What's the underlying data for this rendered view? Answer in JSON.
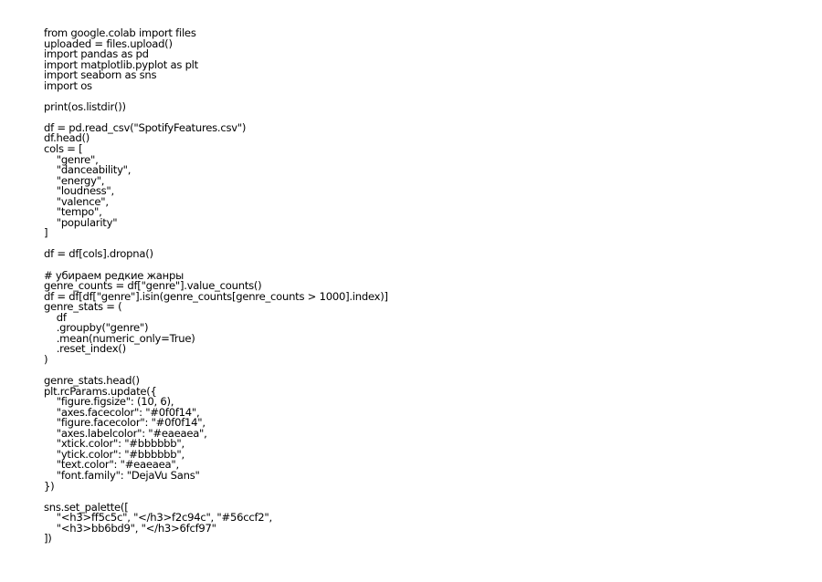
{
  "document": {
    "lines": [
      "from google.colab import files",
      "uploaded = files.upload()",
      "import pandas as pd",
      "import matplotlib.pyplot as plt",
      "import seaborn as sns",
      "import os",
      "",
      "print(os.listdir())",
      "",
      "df = pd.read_csv(\"SpotifyFeatures.csv\")",
      "df.head()",
      "cols = [",
      "    \"genre\",",
      "    \"danceability\",",
      "    \"energy\",",
      "    \"loudness\",",
      "    \"valence\",",
      "    \"tempo\",",
      "    \"popularity\"",
      "]",
      "",
      "df = df[cols].dropna()",
      "",
      "# убираем редкие жанры",
      "genre_counts = df[\"genre\"].value_counts()",
      "df = df[df[\"genre\"].isin(genre_counts[genre_counts > 1000].index)]",
      "genre_stats = (",
      "    df",
      "    .groupby(\"genre\")",
      "    .mean(numeric_only=True)",
      "    .reset_index()",
      ")",
      "",
      "genre_stats.head()",
      "plt.rcParams.update({",
      "    \"figure.figsize\": (10, 6),",
      "    \"axes.facecolor\": \"#0f0f14\",",
      "    \"figure.facecolor\": \"#0f0f14\",",
      "    \"axes.labelcolor\": \"#eaeaea\",",
      "    \"xtick.color\": \"#bbbbbb\",",
      "    \"ytick.color\": \"#bbbbbb\",",
      "    \"text.color\": \"#eaeaea\",",
      "    \"font.family\": \"DejaVu Sans\"",
      "})",
      "",
      "sns.set_palette([",
      "    \"<h3>ff5c5c\", \"</h3>f2c94c\", \"#56ccf2\",",
      "    \"<h3>bb6bd9\", \"</h3>6fcf97\"",
      "])"
    ]
  }
}
